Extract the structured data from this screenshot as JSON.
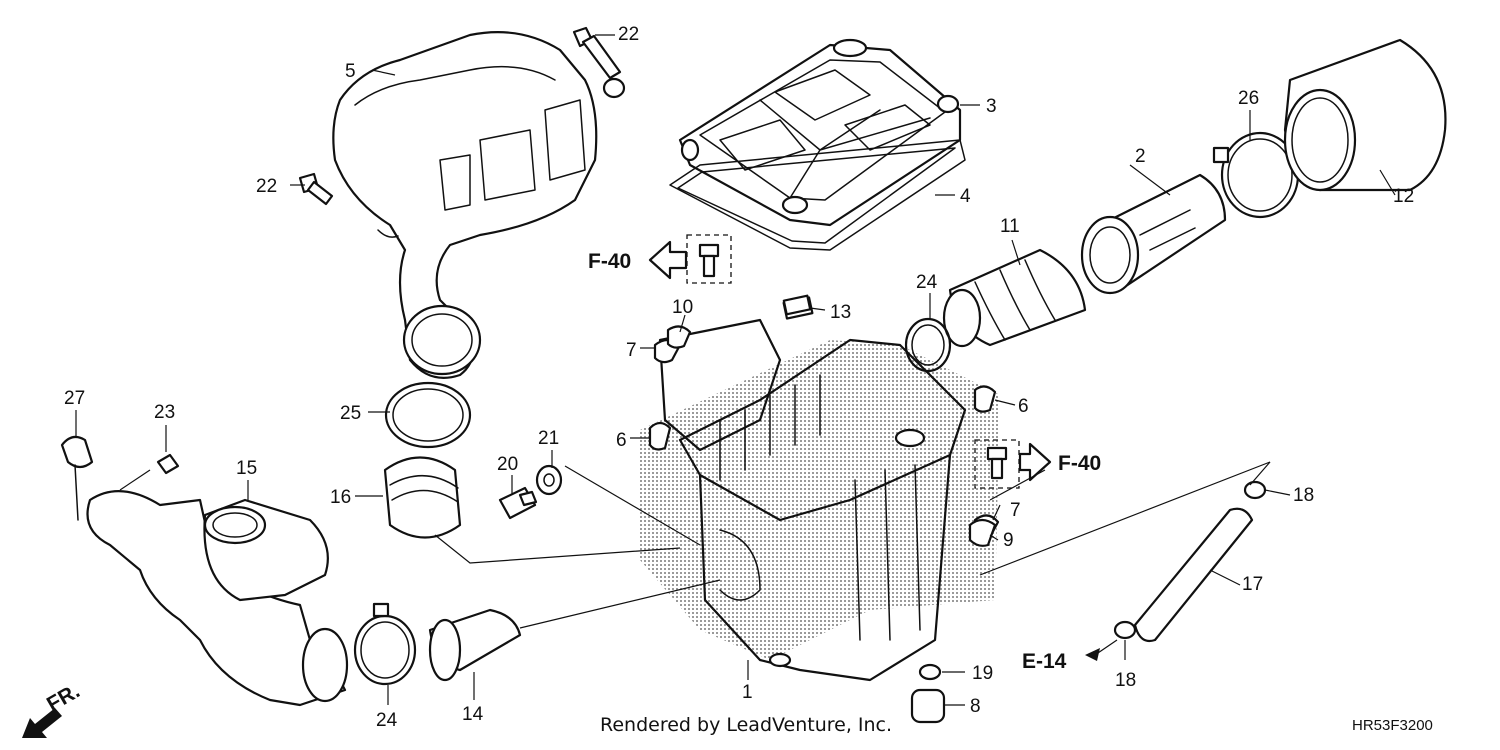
{
  "diagram": {
    "parts": [
      {
        "id": "1",
        "label": "1"
      },
      {
        "id": "2",
        "label": "2"
      },
      {
        "id": "3",
        "label": "3"
      },
      {
        "id": "4",
        "label": "4"
      },
      {
        "id": "5",
        "label": "5"
      },
      {
        "id": "6a",
        "label": "6"
      },
      {
        "id": "6b",
        "label": "6"
      },
      {
        "id": "7a",
        "label": "7"
      },
      {
        "id": "7b",
        "label": "7"
      },
      {
        "id": "8",
        "label": "8"
      },
      {
        "id": "9",
        "label": "9"
      },
      {
        "id": "10",
        "label": "10"
      },
      {
        "id": "11",
        "label": "11"
      },
      {
        "id": "12",
        "label": "12"
      },
      {
        "id": "13",
        "label": "13"
      },
      {
        "id": "14",
        "label": "14"
      },
      {
        "id": "15",
        "label": "15"
      },
      {
        "id": "16",
        "label": "16"
      },
      {
        "id": "17",
        "label": "17"
      },
      {
        "id": "18a",
        "label": "18"
      },
      {
        "id": "18b",
        "label": "18"
      },
      {
        "id": "19",
        "label": "19"
      },
      {
        "id": "20",
        "label": "20"
      },
      {
        "id": "21",
        "label": "21"
      },
      {
        "id": "22a",
        "label": "22"
      },
      {
        "id": "22b",
        "label": "22"
      },
      {
        "id": "23",
        "label": "23"
      },
      {
        "id": "24a",
        "label": "24"
      },
      {
        "id": "24b",
        "label": "24"
      },
      {
        "id": "25",
        "label": "25"
      },
      {
        "id": "26",
        "label": "26"
      },
      {
        "id": "27",
        "label": "27"
      }
    ],
    "references": {
      "f40_left": "F-40",
      "f40_right": "F-40",
      "e14": "E-14",
      "front": "FR."
    },
    "footer": {
      "credit": "Rendered by LeadVenture, Inc.",
      "code": "HR53F3200"
    }
  }
}
